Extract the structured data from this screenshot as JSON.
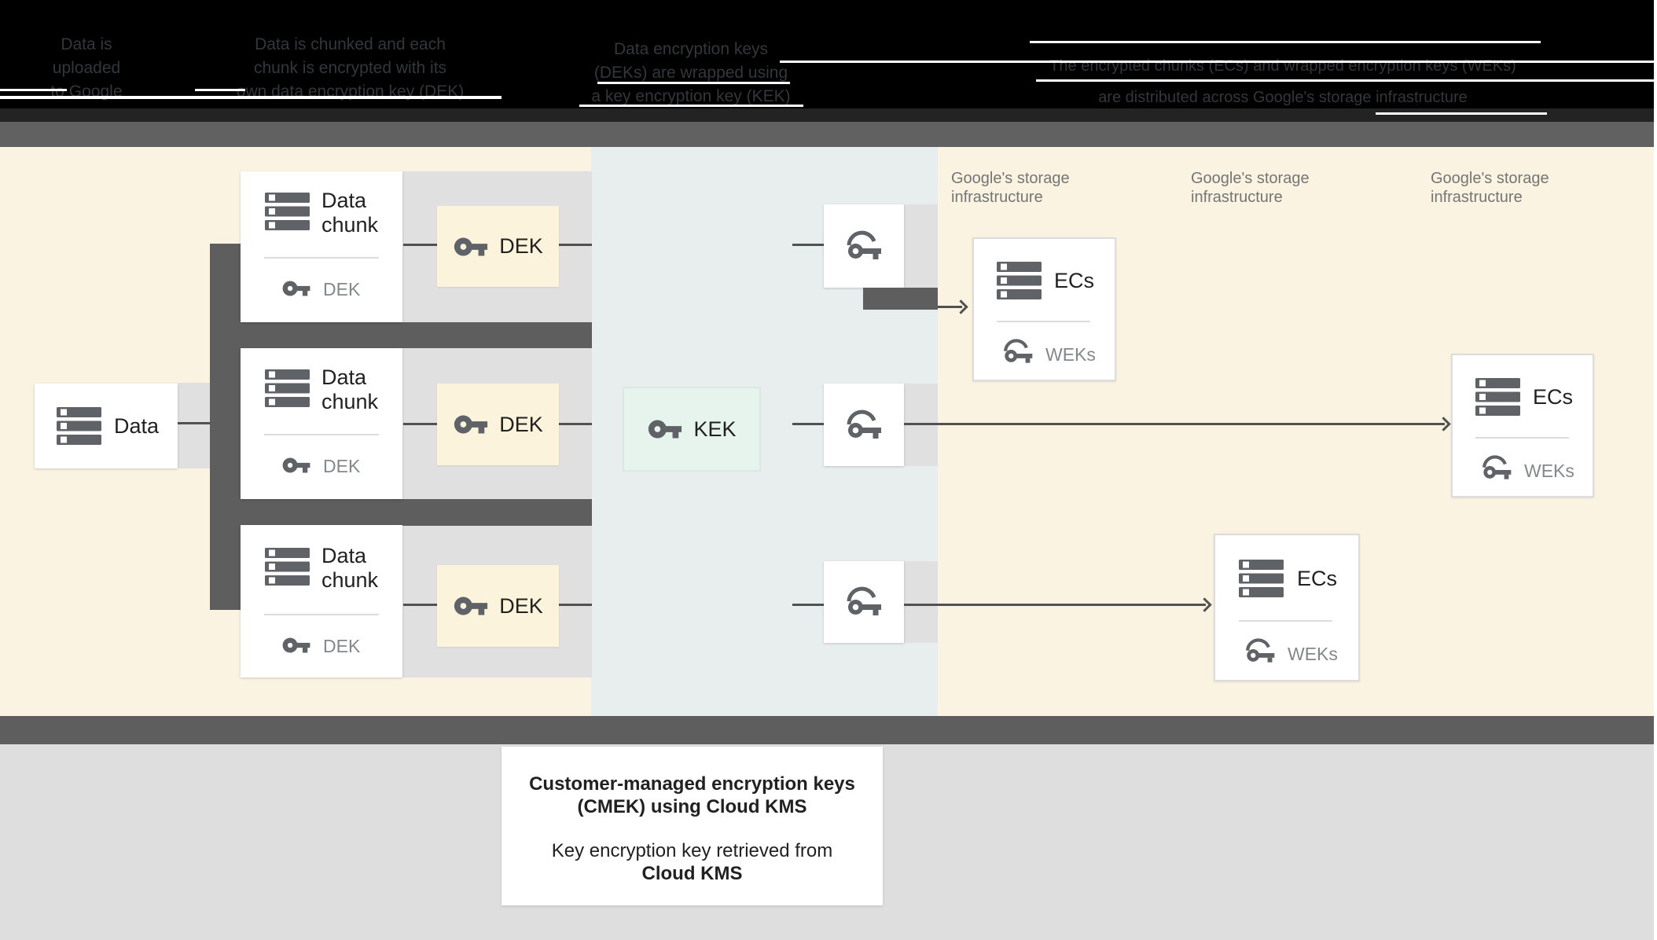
{
  "colors": {
    "cream": "#faf3e2",
    "dek-cream": "#fcf3dc",
    "kms-blue": "#e8edee",
    "mint": "#e7f3ed",
    "mint-border": "#d9e8e0",
    "dark-bar": "#5e5e5e",
    "top-band": "#616161",
    "light-band": "#e0e0e0",
    "bottom-gray": "#dedede",
    "icon-gray": "#5f6368",
    "line": "#515151",
    "text-dark": "#212121",
    "text-gray": "#757575",
    "label-gray": "#84888b",
    "header-bg": "#000000",
    "header-text": "#33373b"
  },
  "header": {
    "steps": [
      {
        "lines": [
          "Data is",
          "uploaded",
          "to Google"
        ]
      },
      {
        "lines": [
          "Data is chunked and each",
          "chunk is encrypted with its",
          "own data encryption key (DEK)"
        ]
      },
      {
        "lines": [
          "Data encryption keys",
          "(DEKs) are wrapped using",
          "a key encryption key (KEK)"
        ]
      },
      {
        "lines": [
          "The encrypted chunks (ECs) and wrapped encryption keys (WEKs)",
          "are distributed across Google's storage infrastructure"
        ]
      }
    ]
  },
  "diagram": {
    "data_box": {
      "label": "Data"
    },
    "chunk_box": {
      "label": "Data chunk",
      "key_label": "DEK"
    },
    "dek_box": {
      "label": "DEK"
    },
    "kek_box": {
      "label": "KEK"
    },
    "storage_heading": "Google's storage infrastructure",
    "ecs_box": {
      "label": "ECs",
      "key_label": "WEKs"
    }
  },
  "caption": {
    "title_line1": "Customer-managed encryption keys",
    "title_line2": "(CMEK) using Cloud KMS",
    "body_line1": "Key encryption key retrieved from",
    "body_line2": "Cloud KMS"
  },
  "icons": {
    "server": "server-stack-icon",
    "key": "key-icon",
    "wrapped_key": "wrapped-key-icon"
  }
}
